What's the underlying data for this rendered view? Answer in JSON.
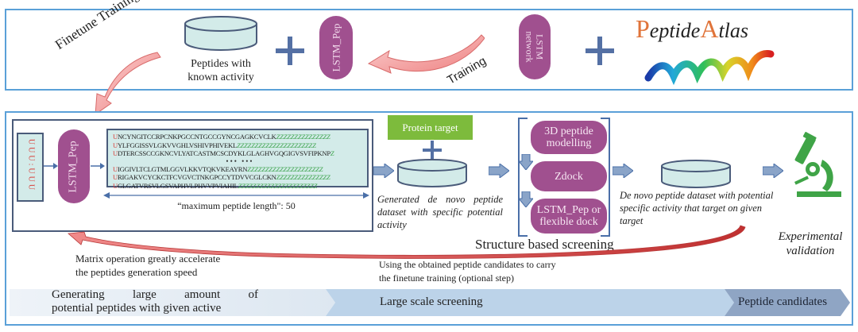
{
  "top_panel": {
    "finetune_label": "Finetune Training",
    "peptides_db_label_line1": "Peptides with",
    "peptides_db_label_line2": "known activity",
    "lstm_pep_label": "LSTM_Pep",
    "training_label": "Training",
    "lstm_network_line1": "LSTM",
    "lstm_network_line2": "network",
    "peptide_atlas": {
      "p": "P",
      "eptide": "eptide",
      "a": "A",
      "tlas": "tlas"
    }
  },
  "bottom_panel": {
    "input_tokens": [
      "U",
      "U",
      "U",
      ":",
      "U",
      "U",
      "U"
    ],
    "lstm_pep_label": "LSTM_Pep",
    "sequences": [
      {
        "start": "U",
        "body": "NCYNGITCCRPCNKPGCCNTGCCGYNCGAGKCVCLK",
        "pad": "ZZZZZZZZZZZZZZZ"
      },
      {
        "start": "U",
        "body": "YLFGGISSVLGKVVGHLVSHIVPHIVEKL",
        "pad": "ZZZZZZZZZZZZZZZZZZZZZZ"
      },
      {
        "start": "U",
        "body": "DTERCSSCCGKNCVLYATCASTMCSCDYKLGLAGHVGQGIGVSVFIPKNP",
        "pad": "Z"
      },
      {
        "start": "U",
        "body": "IGGIVLTCLGTMLGGVLKKVTQKVKEAYRN",
        "pad": "ZZZZZZZZZZZZZZZZZZZZZ"
      },
      {
        "start": "U",
        "body": "RIGAKVCYCKCTFCVGVCTNKGPCCYTDVVCGLCKN",
        "pad": "ZZZZZZZZZZZZZZZ"
      },
      {
        "start": "U",
        "body": "GLGATVRSVLGSVAPHVLPHVVPVIAHIL",
        "pad": "ZZZZZZZZZZZZZZZZZZZZZZ"
      }
    ],
    "sequence_ellipsis": "•••    •••",
    "max_length_label": "“maximum peptide length\": 50",
    "protein_target_label": "Protein target",
    "generated_dataset_label": "Generated de novo peptide dataset with specific potential activity",
    "screening_steps": [
      "3D peptide modelling",
      "Zdock",
      "LSTM_Pep or flexible dock"
    ],
    "structure_screening_label": "Structure based screening",
    "denovo_dataset_label": "De novo peptide dataset with potential specific activity that target on given target",
    "experimental_label_line1": "Experimental",
    "experimental_label_line2": "validation",
    "matrix_note_line1": "Matrix operation greatly accelerate",
    "matrix_note_line2": "the peptides generation speed",
    "finetune_note_line1": "Using the obtained peptide candidates to carry",
    "finetune_note_line2": "the finetune training (optional step)"
  },
  "stages": {
    "stage1_line1": "Generating large amount of",
    "stage1_line2": "potential peptides with given active",
    "stage2": "Large scale screening",
    "stage3": "Peptide candidates"
  },
  "colors": {
    "panel_border": "#5aa0d8",
    "lstm_purple": "#a0508f",
    "cylinder_fill": "#d3ebe9",
    "protein_green": "#7dbb3c",
    "curved_arrow": "#f08a8a",
    "block_arrow": "#8aa4c8",
    "microscope_green": "#3fa447"
  }
}
